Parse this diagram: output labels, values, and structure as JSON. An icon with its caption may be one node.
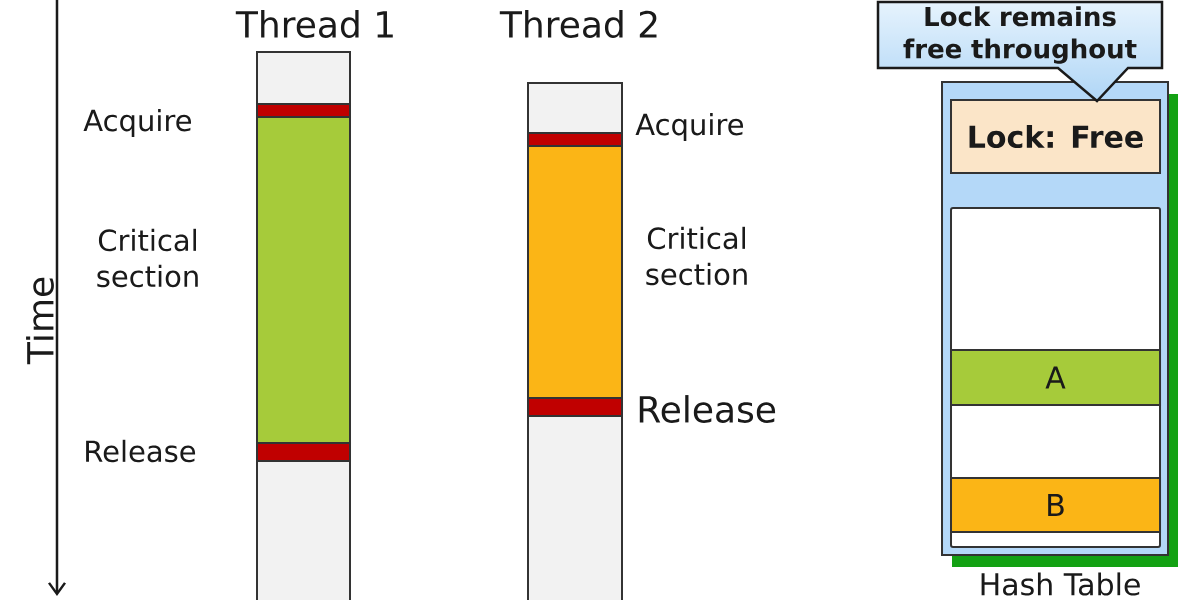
{
  "diagram": {
    "nodes": [
      {
        "text": [
          "Thread 1"
        ]
      },
      {
        "text": [],
        "shape": "bar",
        "in": 0,
        "beside": [
          "Acquire"
        ]
      },
      {
        "text": [],
        "shape": "bar",
        "in": 0,
        "beside": [
          "Critical section"
        ]
      },
      {
        "text": [],
        "shape": "bar",
        "in": 0,
        "beside": [
          "Release"
        ]
      },
      {
        "text": [
          "Thread 2"
        ]
      },
      {
        "text": [],
        "shape": "bar",
        "in": 4,
        "beside": [
          "Acquire"
        ]
      },
      {
        "text": [],
        "shape": "bar",
        "in": 4,
        "beside": [
          "Critical section"
        ]
      },
      {
        "text": [],
        "shape": "bar",
        "in": 4,
        "beside": [
          "Release"
        ]
      },
      {
        "text": [
          "Lock remains free throughout"
        ]
      },
      {
        "text": [
          "Hash Table"
        ]
      },
      {
        "text": [
          "Lock: Free"
        ],
        "in": 9
      },
      {
        "text": [],
        "shape": "box",
        "in": 9
      },
      {
        "text": [
          "A"
        ],
        "in": 11
      },
      {
        "text": [
          "B"
        ],
        "in": 11
      }
    ],
    "labels": [
      "Time"
    ]
  }
}
